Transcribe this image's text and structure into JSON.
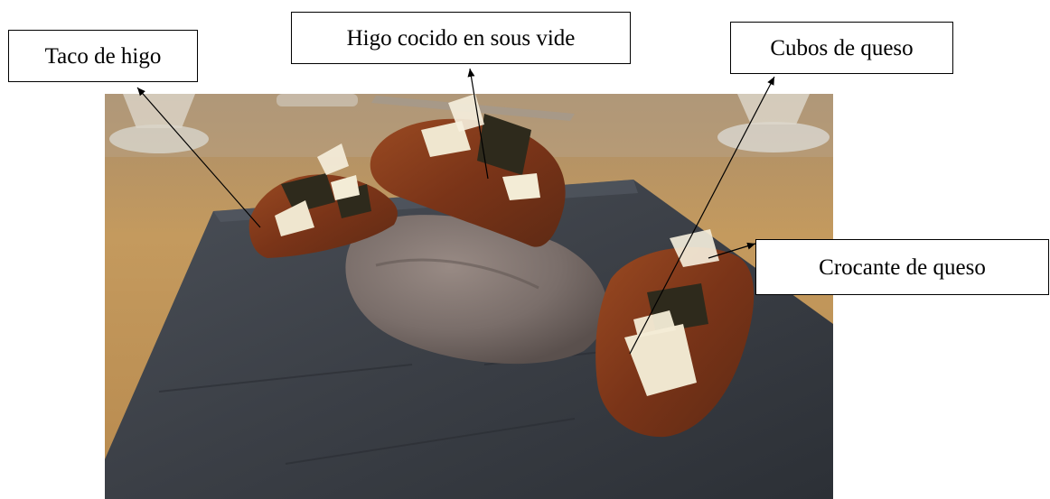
{
  "labels": {
    "taco": "Taco de higo",
    "fig": "Higo cocido en sous vide",
    "cubes": "Cubos de queso",
    "crisp": "Crocante de queso"
  },
  "colors": {
    "table": "#c49a5e",
    "slate": "#3b3f46",
    "stone": "#7a6e6a",
    "taco_shell": "#7a3418",
    "fig": "#2e2a1c",
    "cheese": "#efe6cf",
    "label_border": "#000000"
  }
}
